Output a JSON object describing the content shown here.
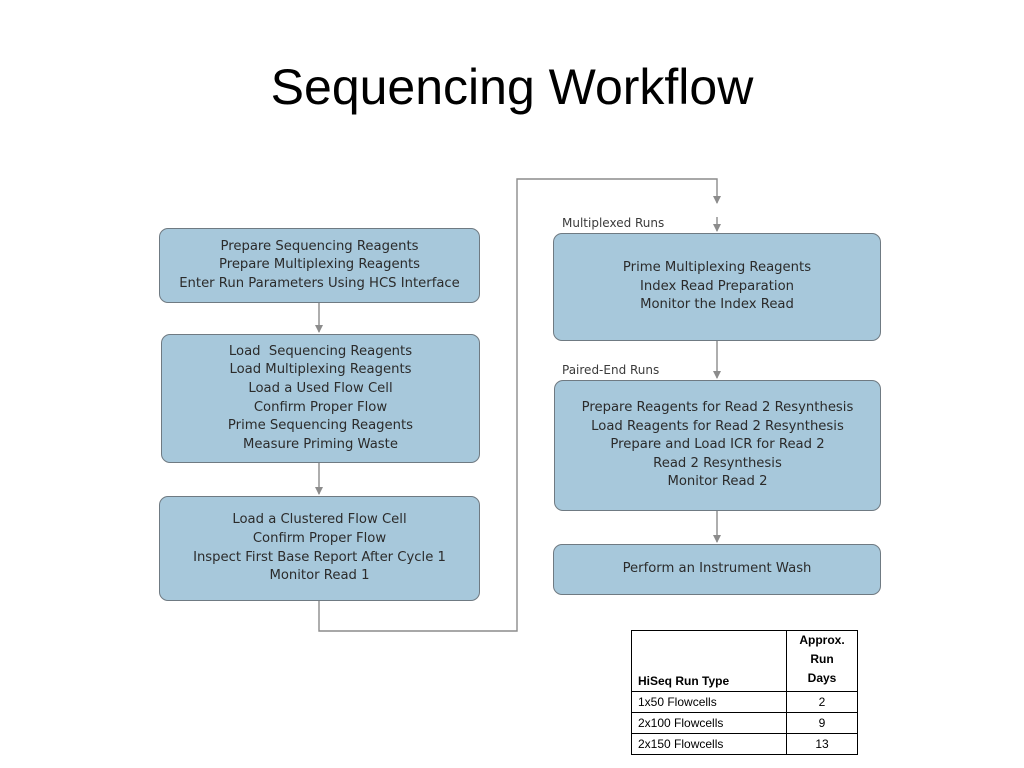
{
  "title": "Sequencing Workflow",
  "left_steps": [
    {
      "lines": [
        "Prepare Sequencing Reagents",
        "Prepare Multiplexing Reagents",
        "Enter Run Parameters Using HCS Interface"
      ]
    },
    {
      "lines": [
        "Load  Sequencing Reagents",
        "Load Multiplexing Reagents",
        "Load a Used Flow Cell",
        "Confirm Proper Flow",
        "Prime Sequencing Reagents",
        "Measure Priming Waste"
      ]
    },
    {
      "lines": [
        "Load a Clustered Flow Cell",
        "Confirm Proper Flow",
        "Inspect First Base Report After Cycle 1",
        "Monitor Read 1"
      ]
    }
  ],
  "right_steps": [
    {
      "section_label": "Multiplexed Runs",
      "lines": [
        "Prime Multiplexing Reagents",
        "Index Read Preparation",
        "Monitor the Index Read"
      ]
    },
    {
      "section_label": "Paired-End Runs",
      "lines": [
        "Prepare Reagents for Read 2 Resynthesis",
        "Load Reagents for Read 2 Resynthesis",
        "Prepare and Load ICR for Read 2",
        "Read 2 Resynthesis",
        "Monitor Read 2"
      ]
    },
    {
      "lines": [
        "Perform an Instrument Wash"
      ]
    }
  ],
  "table": {
    "headers": [
      "HiSeq Run Type",
      "Approx.\nRun\nDays"
    ],
    "rows": [
      {
        "type": "1x50 Flowcells",
        "days": "2"
      },
      {
        "type": "2x100 Flowcells",
        "days": "9"
      },
      {
        "type": "2x150 Flowcells",
        "days": "13"
      }
    ]
  },
  "colors": {
    "box_fill": "#a7c8db",
    "box_border": "#6f7a82",
    "connector": "#8c8c8c",
    "text": "#2b2b2b"
  }
}
